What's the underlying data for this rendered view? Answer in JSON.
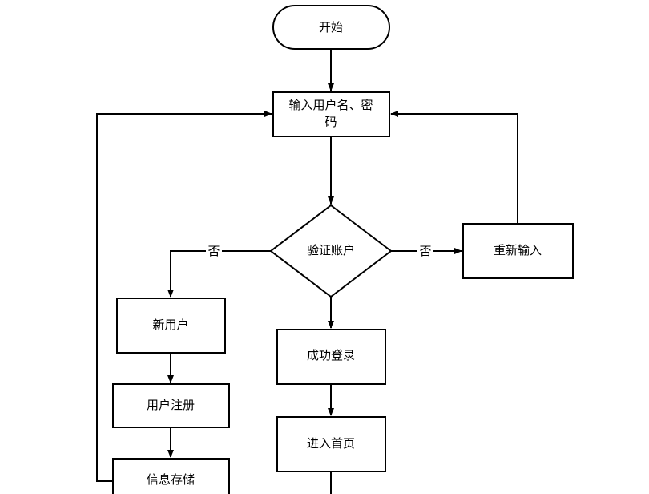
{
  "nodes": {
    "start": "开始",
    "input_line1": "输入用户名、密",
    "input_line2": "码",
    "verify": "验证账户",
    "reenter": "重新输入",
    "new_user": "新用户",
    "register": "用户注册",
    "store": "信息存储",
    "success": "成功登录",
    "homepage": "进入首页"
  },
  "edges": {
    "no_left": "否",
    "no_right": "否"
  }
}
